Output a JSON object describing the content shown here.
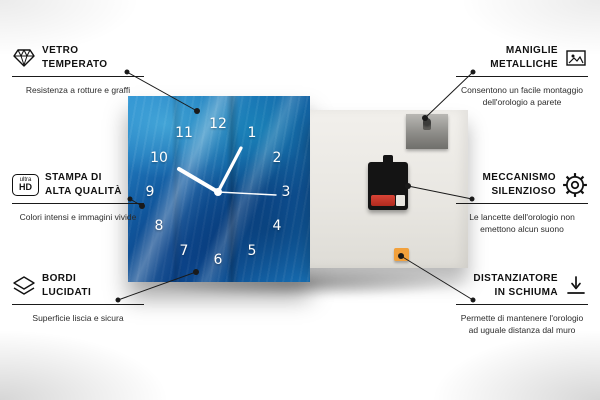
{
  "clock": {
    "numbers": [
      "1",
      "2",
      "3",
      "4",
      "5",
      "6",
      "7",
      "8",
      "9",
      "10",
      "11",
      "12"
    ]
  },
  "callouts": {
    "left": [
      {
        "icon": "diamond-icon",
        "title_line1": "VETRO",
        "title_line2": "TEMPERATO",
        "description": "Resistenza a rotture e graffi"
      },
      {
        "icon": "ultra-hd-icon",
        "icon_label_top": "ultra",
        "icon_label_bottom": "HD",
        "title_line1": "STAMPA DI",
        "title_line2": "ALTA QUALITÀ",
        "description": "Colori intensi e immagini vivide"
      },
      {
        "icon": "polished-edges-icon",
        "title_line1": "BORDI",
        "title_line2": "LUCIDATI",
        "description": "Superficie liscia e sicura"
      }
    ],
    "right": [
      {
        "icon": "picture-frame-icon",
        "title_line1": "MANIGLIE",
        "title_line2": "METALLICHE",
        "description": "Consentono un facile montaggio dell'orologio a parete"
      },
      {
        "icon": "gear-icon",
        "title_line1": "MECCANISMO",
        "title_line2": "SILENZIOSO",
        "description": "Le lancette dell'orologio non emettono alcun suono"
      },
      {
        "icon": "spacer-arrow-icon",
        "title_line1": "DISTANZIATORE",
        "title_line2": "IN SCHIUMA",
        "description": "Permette di mantenere l'orologio ad uguale distanza dal muro"
      }
    ]
  },
  "colors": {
    "glass_blue": "#1565ab",
    "glass_teal": "#2bb0c8",
    "back_panel": "#e9e7e2",
    "metal_plate": "#8d8c88",
    "mechanism_black": "#141414",
    "battery_red": "#b02a1f",
    "foam_orange": "#f2a13c",
    "line_black": "#1a1a1a"
  }
}
